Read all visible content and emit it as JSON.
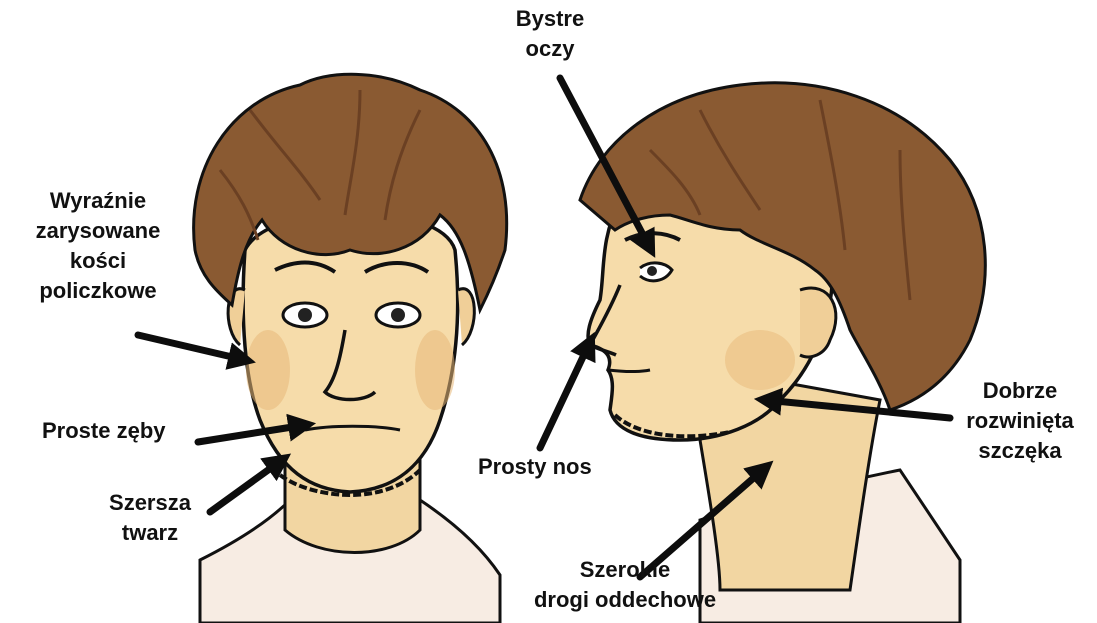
{
  "labels": {
    "cheekbones": [
      "Wyraźnie",
      "zarysowane",
      "kości",
      "policzkowe"
    ],
    "teeth": [
      "Proste zęby"
    ],
    "wide_face": [
      "Szersza",
      "twarz"
    ],
    "eyes": [
      "Bystre",
      "oczy"
    ],
    "nose": [
      "Prosty nos"
    ],
    "jaw": [
      "Dobrze",
      "rozwinięta",
      "szczęka"
    ],
    "airways": [
      "Szerokie",
      "drogi oddechowe"
    ]
  },
  "colors": {
    "hair": "#8a5a32",
    "hair_dark": "#6b4023",
    "skin": "#f6dcaa",
    "skin_shadow": "#e8b878",
    "shirt": "#f7ece3",
    "ink": "#111111",
    "arrow": "#0d0d0d"
  },
  "icons": [
    "front-face-illustration",
    "profile-face-illustration"
  ]
}
